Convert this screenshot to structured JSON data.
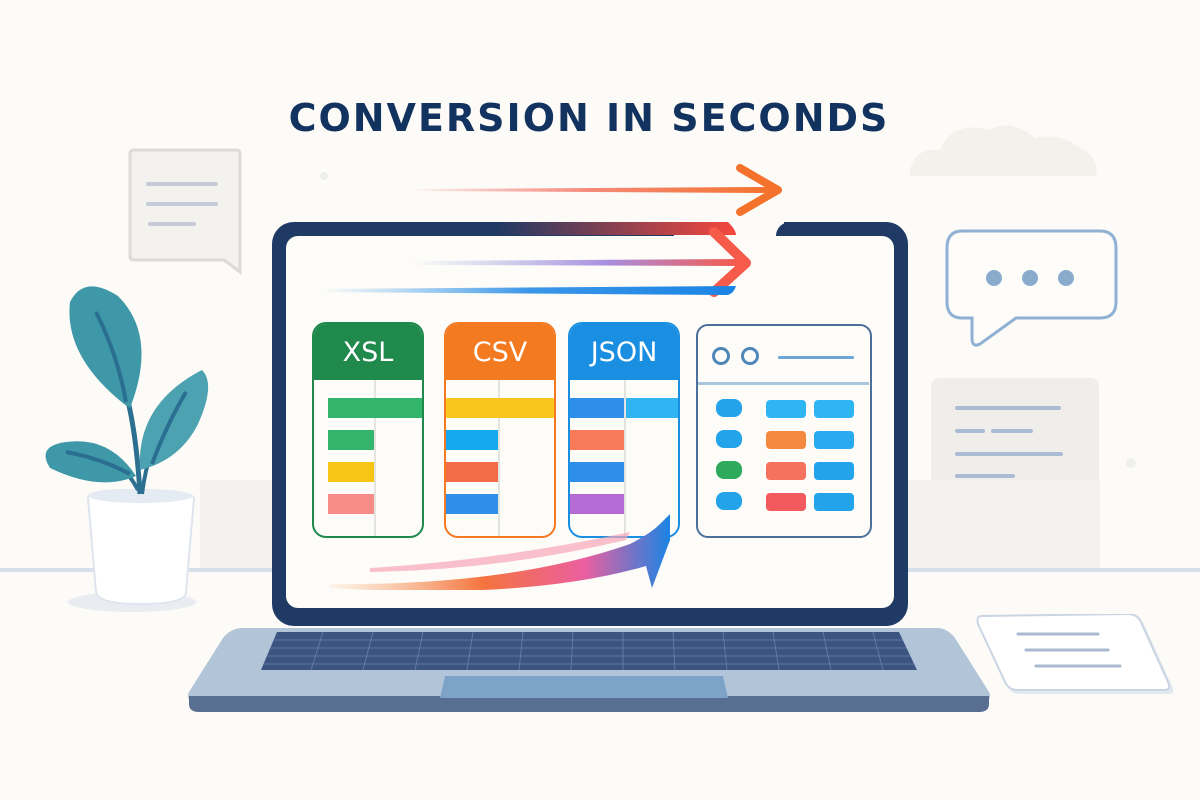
{
  "headline": "CONVERSION IN SECONDS",
  "formats": [
    {
      "label": "XSL",
      "color": "#1f8a4c",
      "rows": [
        "#34b56c",
        "#34b56c",
        "#f6c516",
        "#f88c86"
      ]
    },
    {
      "label": "CSV",
      "color": "#f47a22",
      "rows": [
        "#f9c51f",
        "#16a8ee",
        "#f26c4a",
        "#2d8fe8"
      ]
    },
    {
      "label": "JSON",
      "color": "#1a8fe2",
      "rows": [
        "#2d8fe8",
        "#f77a5a",
        "#2d8fe8",
        "#b46bd6"
      ]
    }
  ],
  "output_window": {
    "rows": [
      {
        "bullet": "#23a3ea",
        "a": "#2fb5f3",
        "b": "#2fb5f3"
      },
      {
        "bullet": "#23a3ea",
        "a": "#f5893f",
        "b": "#2aaaf0"
      },
      {
        "bullet": "#2eaa5d",
        "a": "#f4725e",
        "b": "#23a3ea"
      },
      {
        "bullet": "#23a3ea",
        "a": "#f35a5e",
        "b": "#23a3ea"
      }
    ]
  },
  "colors": {
    "title": "#12325f",
    "laptop": "#1f3a64",
    "arrow_orange": "#f4722c",
    "arrow_blue": "#1a84e4",
    "plant": "#3f98a8"
  },
  "icons": [
    "document-bubble-icon",
    "typing-bubble-icon",
    "note-card-icon",
    "plant-icon",
    "laptop-icon",
    "arrow-icon"
  ]
}
